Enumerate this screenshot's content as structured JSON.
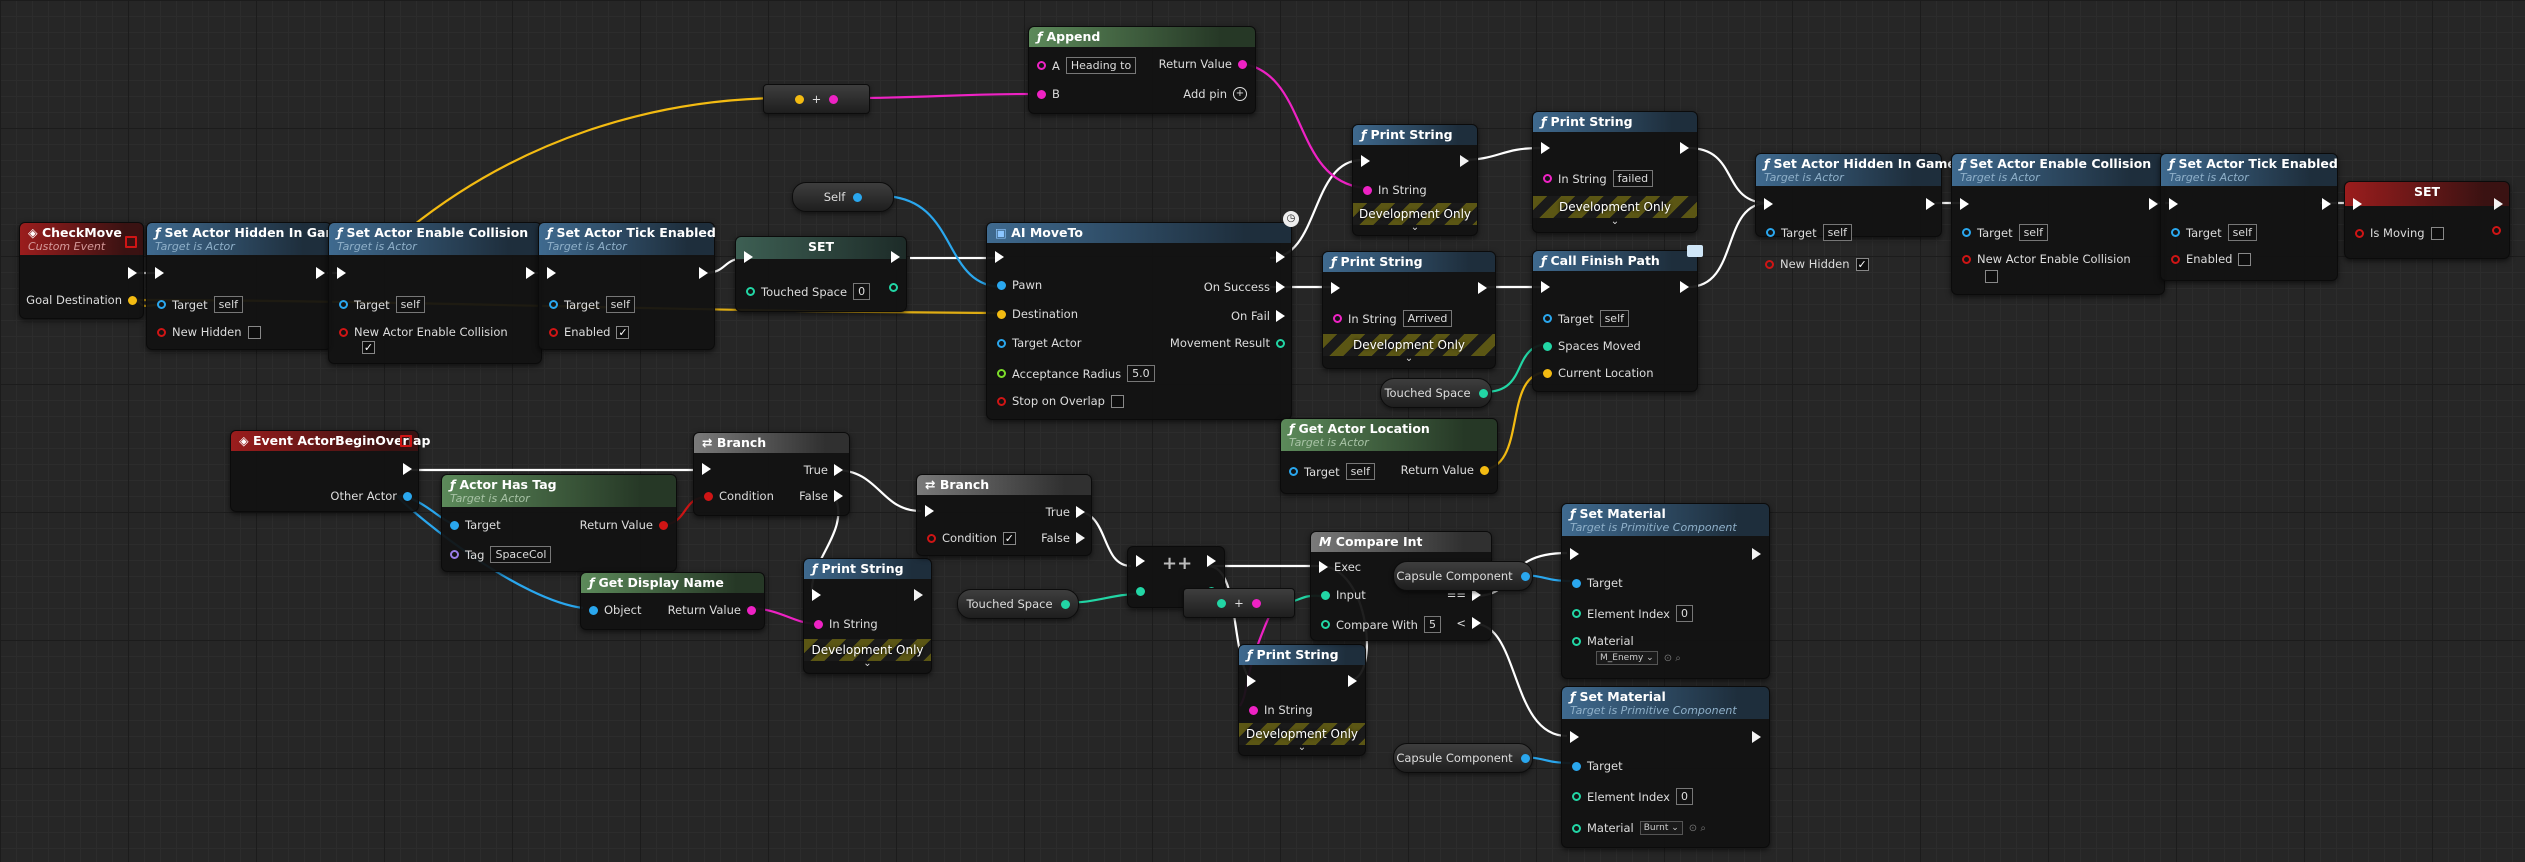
{
  "colors": {
    "exec": "#ffffff",
    "object": "#2aa7ee",
    "string": "#ee22c4",
    "vector": "#f3bb12",
    "boolean": "#cf1515",
    "integer": "#22d6a5",
    "float": "#7dde2a",
    "name": "#9a7ee8",
    "canvas": "#262626"
  },
  "n_checkmove": {
    "title": "CheckMove",
    "subtitle": "Custom Event",
    "p1": "Goal Destination"
  },
  "n_hidden1": {
    "title": "Set Actor Hidden In Game",
    "subtitle": "Target is Actor",
    "target": "Target",
    "target_val": "self",
    "p2": "New Hidden"
  },
  "n_coll1": {
    "title": "Set Actor Enable Collision",
    "subtitle": "Target is Actor",
    "target": "Target",
    "target_val": "self",
    "p2": "New Actor Enable Collision"
  },
  "n_tick1": {
    "title": "Set Actor Tick Enabled",
    "subtitle": "Target is Actor",
    "target": "Target",
    "target_val": "self",
    "p2": "Enabled"
  },
  "n_plus": {
    "label": "+"
  },
  "n_append": {
    "title": "Append",
    "pa": "A",
    "pa_val": "Heading to",
    "pb": "B",
    "ret": "Return Value",
    "add": "Add pin"
  },
  "n_self": {
    "label": "Self"
  },
  "n_set1": {
    "title": "SET",
    "p1": "Touched Space",
    "p1_val": "0"
  },
  "n_moveto": {
    "title": "AI MoveTo",
    "pawn": "Pawn",
    "dest": "Destination",
    "tactor": "Target Actor",
    "accept": "Acceptance Radius",
    "accept_val": "5.0",
    "stop": "Stop on Overlap",
    "success": "On Success",
    "fail": "On Fail",
    "result": "Movement Result"
  },
  "n_print1": {
    "title": "Print String",
    "in": "In String",
    "dev": "Development Only"
  },
  "n_print2": {
    "title": "Print String",
    "in": "In String",
    "in_val": "failed",
    "dev": "Development Only"
  },
  "n_print3": {
    "title": "Print String",
    "in": "In String",
    "in_val": "Arrived",
    "dev": "Development Only"
  },
  "n_finish": {
    "title": "Call Finish Path",
    "target": "Target",
    "target_val": "self",
    "spaces": "Spaces Moved",
    "loc": "Current Location"
  },
  "n_ts2": {
    "label": "Touched Space"
  },
  "n_getloc": {
    "title": "Get Actor Location",
    "subtitle": "Target is Actor",
    "target": "Target",
    "target_val": "self",
    "ret": "Return Value"
  },
  "n_hidden2": {
    "title": "Set Actor Hidden In Game",
    "subtitle": "Target is Actor",
    "target": "Target",
    "target_val": "self",
    "p2": "New Hidden"
  },
  "n_coll2": {
    "title": "Set Actor Enable Collision",
    "subtitle": "Target is Actor",
    "target": "Target",
    "target_val": "self",
    "p2": "New Actor Enable Collision"
  },
  "n_tick2": {
    "title": "Set Actor Tick Enabled",
    "subtitle": "Target is Actor",
    "target": "Target",
    "target_val": "self",
    "p2": "Enabled"
  },
  "n_set2": {
    "title": "SET",
    "p1": "Is Moving"
  },
  "n_overlap": {
    "title": "Event ActorBeginOverlap",
    "p1": "Other Actor"
  },
  "n_hastag": {
    "title": "Actor Has Tag",
    "subtitle": "Target is Actor",
    "target": "Target",
    "tag": "Tag",
    "tag_val": "SpaceCol",
    "ret": "Return Value"
  },
  "n_branch1": {
    "title": "Branch",
    "cond": "Condition",
    "t": "True",
    "f": "False"
  },
  "n_dispname": {
    "title": "Get Display Name",
    "obj": "Object",
    "ret": "Return Value"
  },
  "n_print4": {
    "title": "Print String",
    "in": "In String",
    "dev": "Development Only"
  },
  "n_branch2": {
    "title": "Branch",
    "cond": "Condition",
    "t": "True",
    "f": "False"
  },
  "n_ts3": {
    "label": "Touched Space"
  },
  "n_incr": {
    "label": "++"
  },
  "n_plus2": {
    "label": "+"
  },
  "n_print5": {
    "title": "Print String",
    "in": "In String",
    "dev": "Development Only"
  },
  "n_compare": {
    "title": "Compare Int",
    "exec": "Exec",
    "input": "Input",
    "cw": "Compare With",
    "cw_val": "5",
    "eq": "==",
    "lt": "<"
  },
  "n_capsule1": {
    "label": "Capsule Component"
  },
  "n_capsule2": {
    "label": "Capsule Component"
  },
  "n_mat1": {
    "title": "Set Material",
    "subtitle": "Target is Primitive Component",
    "target": "Target",
    "idx": "Element Index",
    "idx_val": "0",
    "mat": "Material",
    "mat_val": "M_Enemy"
  },
  "n_mat2": {
    "title": "Set Material",
    "subtitle": "Target is Primitive Component",
    "target": "Target",
    "idx": "Element Index",
    "idx_val": "0",
    "mat": "Material",
    "mat_val": "Burnt"
  }
}
